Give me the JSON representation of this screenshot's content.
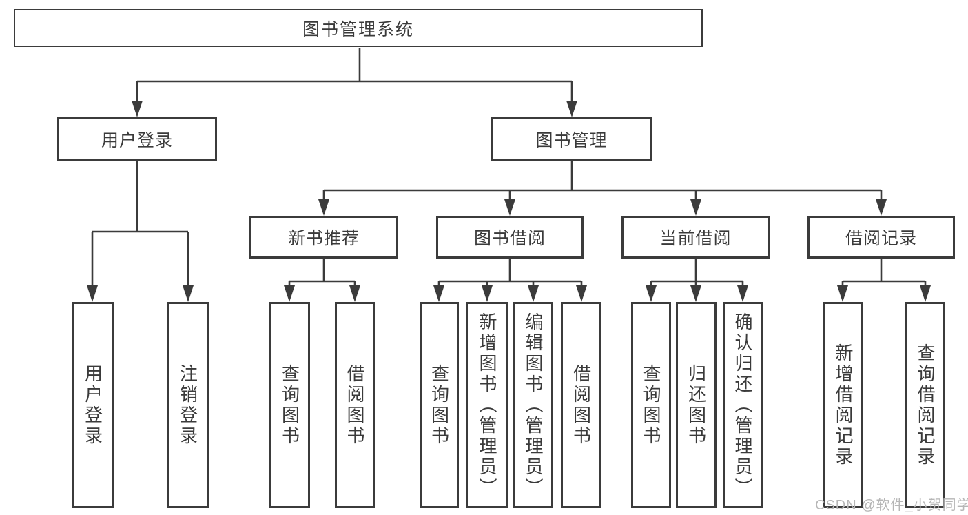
{
  "colors": {
    "line": "#3b3b3b",
    "text": "#3a3a3a",
    "box_fill": "#ffffff",
    "background": "#ffffff",
    "watermark": "#b6b6b6"
  },
  "watermark": {
    "text": "CSDN @软件_小贺同学"
  },
  "tree": {
    "root": {
      "label": "图书管理系统",
      "children": [
        {
          "label": "用户登录",
          "children": [
            {
              "label": "用户登录"
            },
            {
              "label": "注销登录"
            }
          ]
        },
        {
          "label": "图书管理",
          "children": [
            {
              "label": "新书推荐",
              "children": [
                {
                  "label": "查询图书"
                },
                {
                  "label": "借阅图书"
                }
              ]
            },
            {
              "label": "图书借阅",
              "children": [
                {
                  "label": "查询图书"
                },
                {
                  "label": "新增图书（管理员）"
                },
                {
                  "label": "编辑图书（管理员）"
                },
                {
                  "label": "借阅图书"
                }
              ]
            },
            {
              "label": "当前借阅",
              "children": [
                {
                  "label": "查询图书"
                },
                {
                  "label": "归还图书"
                },
                {
                  "label": "确认归还（管理员）"
                }
              ]
            },
            {
              "label": "借阅记录",
              "children": [
                {
                  "label": "新增借阅记录"
                },
                {
                  "label": "查询借阅记录"
                }
              ]
            }
          ]
        }
      ]
    }
  }
}
